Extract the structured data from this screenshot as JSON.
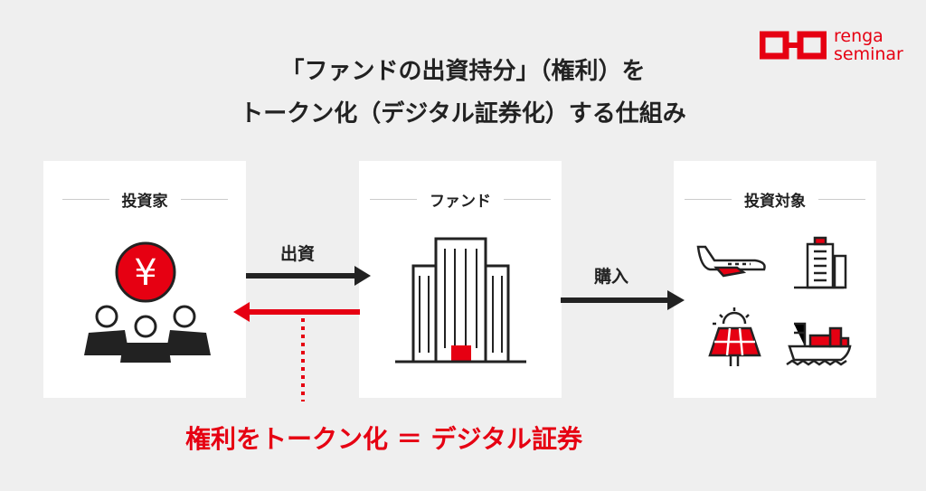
{
  "logo": {
    "line1": "renga",
    "line2": "seminar"
  },
  "title": {
    "line1": "「ファンドの出資持分」（権利）を",
    "line2": "トークン化（デジタル証券化）する仕組み"
  },
  "cards": [
    {
      "label": "投資家"
    },
    {
      "label": "ファンド"
    },
    {
      "label": "投資対象"
    }
  ],
  "arrows": {
    "invest": "出資",
    "purchase": "購入"
  },
  "yen": "¥",
  "caption": "権利をトークン化 ＝ デジタル証券",
  "colors": {
    "accent": "#e60012",
    "dark": "#222222"
  }
}
